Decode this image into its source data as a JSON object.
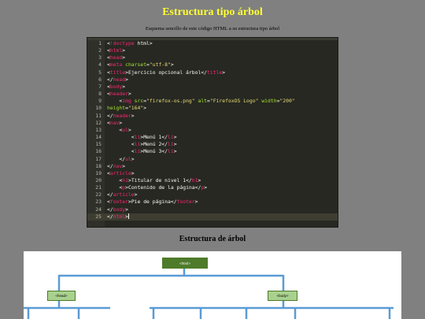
{
  "header": {
    "title": "Estructura tipo árbol",
    "subtitle": "Esquema sencillo de este código HTML a su estructura tipo árbol"
  },
  "editor": {
    "active_line": 25,
    "lines": [
      {
        "n": "1",
        "t": [
          [
            "punc",
            "<"
          ],
          [
            "tag",
            "!doctype"
          ],
          [
            "txt",
            " html"
          ],
          [
            "punc",
            ">"
          ]
        ]
      },
      {
        "n": "2",
        "t": [
          [
            "punc",
            "<"
          ],
          [
            "tag",
            "html"
          ],
          [
            "punc",
            ">"
          ]
        ]
      },
      {
        "n": "3",
        "t": [
          [
            "punc",
            "<"
          ],
          [
            "tag",
            "head"
          ],
          [
            "punc",
            ">"
          ]
        ]
      },
      {
        "n": "4",
        "t": [
          [
            "punc",
            "<"
          ],
          [
            "tag",
            "meta"
          ],
          [
            "txt",
            " "
          ],
          [
            "attr",
            "charset"
          ],
          [
            "punc",
            "="
          ],
          [
            "str",
            "\"utf-8\""
          ],
          [
            "punc",
            ">"
          ]
        ]
      },
      {
        "n": "5",
        "t": [
          [
            "punc",
            "<"
          ],
          [
            "tag",
            "title"
          ],
          [
            "punc",
            ">"
          ],
          [
            "txt",
            "Ejercicio opcional árbol"
          ],
          [
            "punc",
            "</"
          ],
          [
            "tag",
            "title"
          ],
          [
            "punc",
            ">"
          ]
        ]
      },
      {
        "n": "6",
        "t": [
          [
            "punc",
            "</"
          ],
          [
            "tag",
            "head"
          ],
          [
            "punc",
            ">"
          ]
        ]
      },
      {
        "n": "7",
        "t": [
          [
            "punc",
            "<"
          ],
          [
            "tag",
            "body"
          ],
          [
            "punc",
            ">"
          ]
        ]
      },
      {
        "n": "8",
        "t": [
          [
            "punc",
            "<"
          ],
          [
            "tag",
            "header"
          ],
          [
            "punc",
            ">"
          ]
        ]
      },
      {
        "n": "9",
        "t": [
          [
            "txt",
            "    "
          ],
          [
            "punc",
            "<"
          ],
          [
            "tag",
            "img"
          ],
          [
            "txt",
            " "
          ],
          [
            "attr",
            "src"
          ],
          [
            "punc",
            "="
          ],
          [
            "str",
            "\"firefox-os.png\""
          ],
          [
            "txt",
            " "
          ],
          [
            "attr",
            "alt"
          ],
          [
            "punc",
            "="
          ],
          [
            "str",
            "\"FirefoxOS Logo\""
          ],
          [
            "txt",
            " "
          ],
          [
            "attr",
            "width"
          ],
          [
            "punc",
            "="
          ],
          [
            "str",
            "\"200\""
          ]
        ]
      },
      {
        "n": "10",
        "t": [
          [
            "attr",
            "height"
          ],
          [
            "punc",
            "="
          ],
          [
            "str",
            "\"164\""
          ],
          [
            "punc",
            ">"
          ]
        ]
      },
      {
        "n": "11",
        "t": [
          [
            "punc",
            "</"
          ],
          [
            "tag",
            "header"
          ],
          [
            "punc",
            ">"
          ]
        ]
      },
      {
        "n": "12",
        "t": [
          [
            "punc",
            "<"
          ],
          [
            "tag",
            "nav"
          ],
          [
            "punc",
            ">"
          ]
        ]
      },
      {
        "n": "13",
        "t": [
          [
            "txt",
            "    "
          ],
          [
            "punc",
            "<"
          ],
          [
            "tag",
            "ul"
          ],
          [
            "punc",
            ">"
          ]
        ]
      },
      {
        "n": "14",
        "t": [
          [
            "txt",
            "        "
          ],
          [
            "punc",
            "<"
          ],
          [
            "tag",
            "li"
          ],
          [
            "punc",
            ">"
          ],
          [
            "txt",
            "Menú 1"
          ],
          [
            "punc",
            "</"
          ],
          [
            "tag",
            "li"
          ],
          [
            "punc",
            ">"
          ]
        ]
      },
      {
        "n": "15",
        "t": [
          [
            "txt",
            "        "
          ],
          [
            "punc",
            "<"
          ],
          [
            "tag",
            "li"
          ],
          [
            "punc",
            ">"
          ],
          [
            "txt",
            "Menú 2"
          ],
          [
            "punc",
            "</"
          ],
          [
            "tag",
            "li"
          ],
          [
            "punc",
            ">"
          ]
        ]
      },
      {
        "n": "16",
        "t": [
          [
            "txt",
            "        "
          ],
          [
            "punc",
            "<"
          ],
          [
            "tag",
            "li"
          ],
          [
            "punc",
            ">"
          ],
          [
            "txt",
            "Menú 3"
          ],
          [
            "punc",
            "</"
          ],
          [
            "tag",
            "li"
          ],
          [
            "punc",
            ">"
          ]
        ]
      },
      {
        "n": "17",
        "t": [
          [
            "txt",
            "    "
          ],
          [
            "punc",
            "</"
          ],
          [
            "tag",
            "ul"
          ],
          [
            "punc",
            ">"
          ]
        ]
      },
      {
        "n": "18",
        "t": [
          [
            "punc",
            "</"
          ],
          [
            "tag",
            "nav"
          ],
          [
            "punc",
            ">"
          ]
        ]
      },
      {
        "n": "19",
        "t": [
          [
            "punc",
            "<"
          ],
          [
            "tag",
            "article"
          ],
          [
            "punc",
            ">"
          ]
        ]
      },
      {
        "n": "20",
        "t": [
          [
            "txt",
            "    "
          ],
          [
            "punc",
            "<"
          ],
          [
            "tag",
            "h1"
          ],
          [
            "punc",
            ">"
          ],
          [
            "txt",
            "Titular de nivel 1"
          ],
          [
            "punc",
            "</"
          ],
          [
            "tag",
            "h1"
          ],
          [
            "punc",
            ">"
          ]
        ]
      },
      {
        "n": "21",
        "t": [
          [
            "txt",
            "    "
          ],
          [
            "punc",
            "<"
          ],
          [
            "tag",
            "p"
          ],
          [
            "punc",
            ">"
          ],
          [
            "txt",
            "Contenido de la página"
          ],
          [
            "punc",
            "</"
          ],
          [
            "tag",
            "p"
          ],
          [
            "punc",
            ">"
          ]
        ]
      },
      {
        "n": "22",
        "t": [
          [
            "punc",
            "</"
          ],
          [
            "tag",
            "article"
          ],
          [
            "punc",
            ">"
          ]
        ]
      },
      {
        "n": "23",
        "t": [
          [
            "punc",
            "<"
          ],
          [
            "tag",
            "footer"
          ],
          [
            "punc",
            ">"
          ],
          [
            "txt",
            "Pie de página"
          ],
          [
            "punc",
            "</"
          ],
          [
            "tag",
            "footer"
          ],
          [
            "punc",
            ">"
          ]
        ]
      },
      {
        "n": "24",
        "t": [
          [
            "punc",
            "</"
          ],
          [
            "tag",
            "body"
          ],
          [
            "punc",
            ">"
          ]
        ]
      },
      {
        "n": "25",
        "t": [
          [
            "punc",
            "</"
          ],
          [
            "tag",
            "html"
          ],
          [
            "punc",
            ">"
          ]
        ]
      }
    ]
  },
  "tree": {
    "title": "Estructura de árbol",
    "nodes": {
      "root": "<html>",
      "head": "<head>",
      "body": "<body>"
    }
  },
  "colors": {
    "page_background": "#808080",
    "title": "#ffff33",
    "editor_background": "#272822",
    "tag": "#f92672",
    "attribute": "#a6e22e",
    "string": "#e6db74",
    "connector": "#5b9bd5",
    "root_node": "#4e7b2a",
    "child_node": "#a9d18e"
  }
}
